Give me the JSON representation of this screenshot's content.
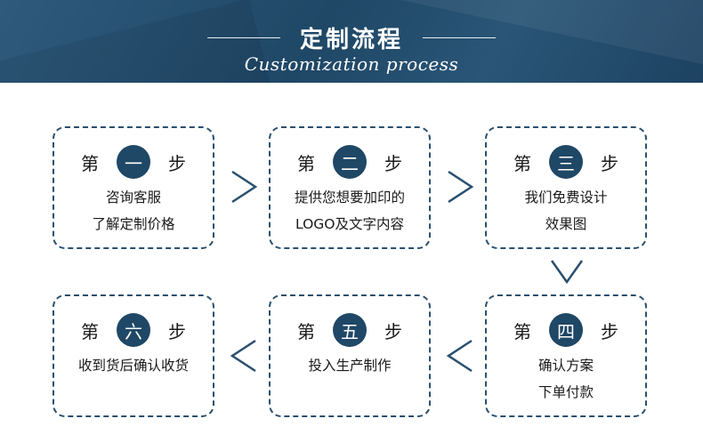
{
  "header": {
    "title": "定制流程",
    "subtitle": "Customization process"
  },
  "steps": [
    {
      "prefix": "第",
      "number": "一",
      "suffix": "步",
      "lines": [
        "咨询客服",
        "了解定制价格"
      ]
    },
    {
      "prefix": "第",
      "number": "二",
      "suffix": "步",
      "lines": [
        "提供您想要加印的",
        "LOGO及文字内容"
      ]
    },
    {
      "prefix": "第",
      "number": "三",
      "suffix": "步",
      "lines": [
        "我们免费设计",
        "效果图"
      ]
    },
    {
      "prefix": "第",
      "number": "四",
      "suffix": "步",
      "lines": [
        "确认方案",
        "下单付款"
      ]
    },
    {
      "prefix": "第",
      "number": "五",
      "suffix": "步",
      "lines": [
        "投入生产制作"
      ]
    },
    {
      "prefix": "第",
      "number": "六",
      "suffix": "步",
      "lines": [
        "收到货后确认收货"
      ]
    }
  ],
  "colors": {
    "accent": "#1f4766",
    "border": "#2a4f6e"
  },
  "icons": {
    "arrow_right": "arrow-right-icon",
    "arrow_left": "arrow-left-icon",
    "arrow_down": "arrow-down-icon"
  }
}
